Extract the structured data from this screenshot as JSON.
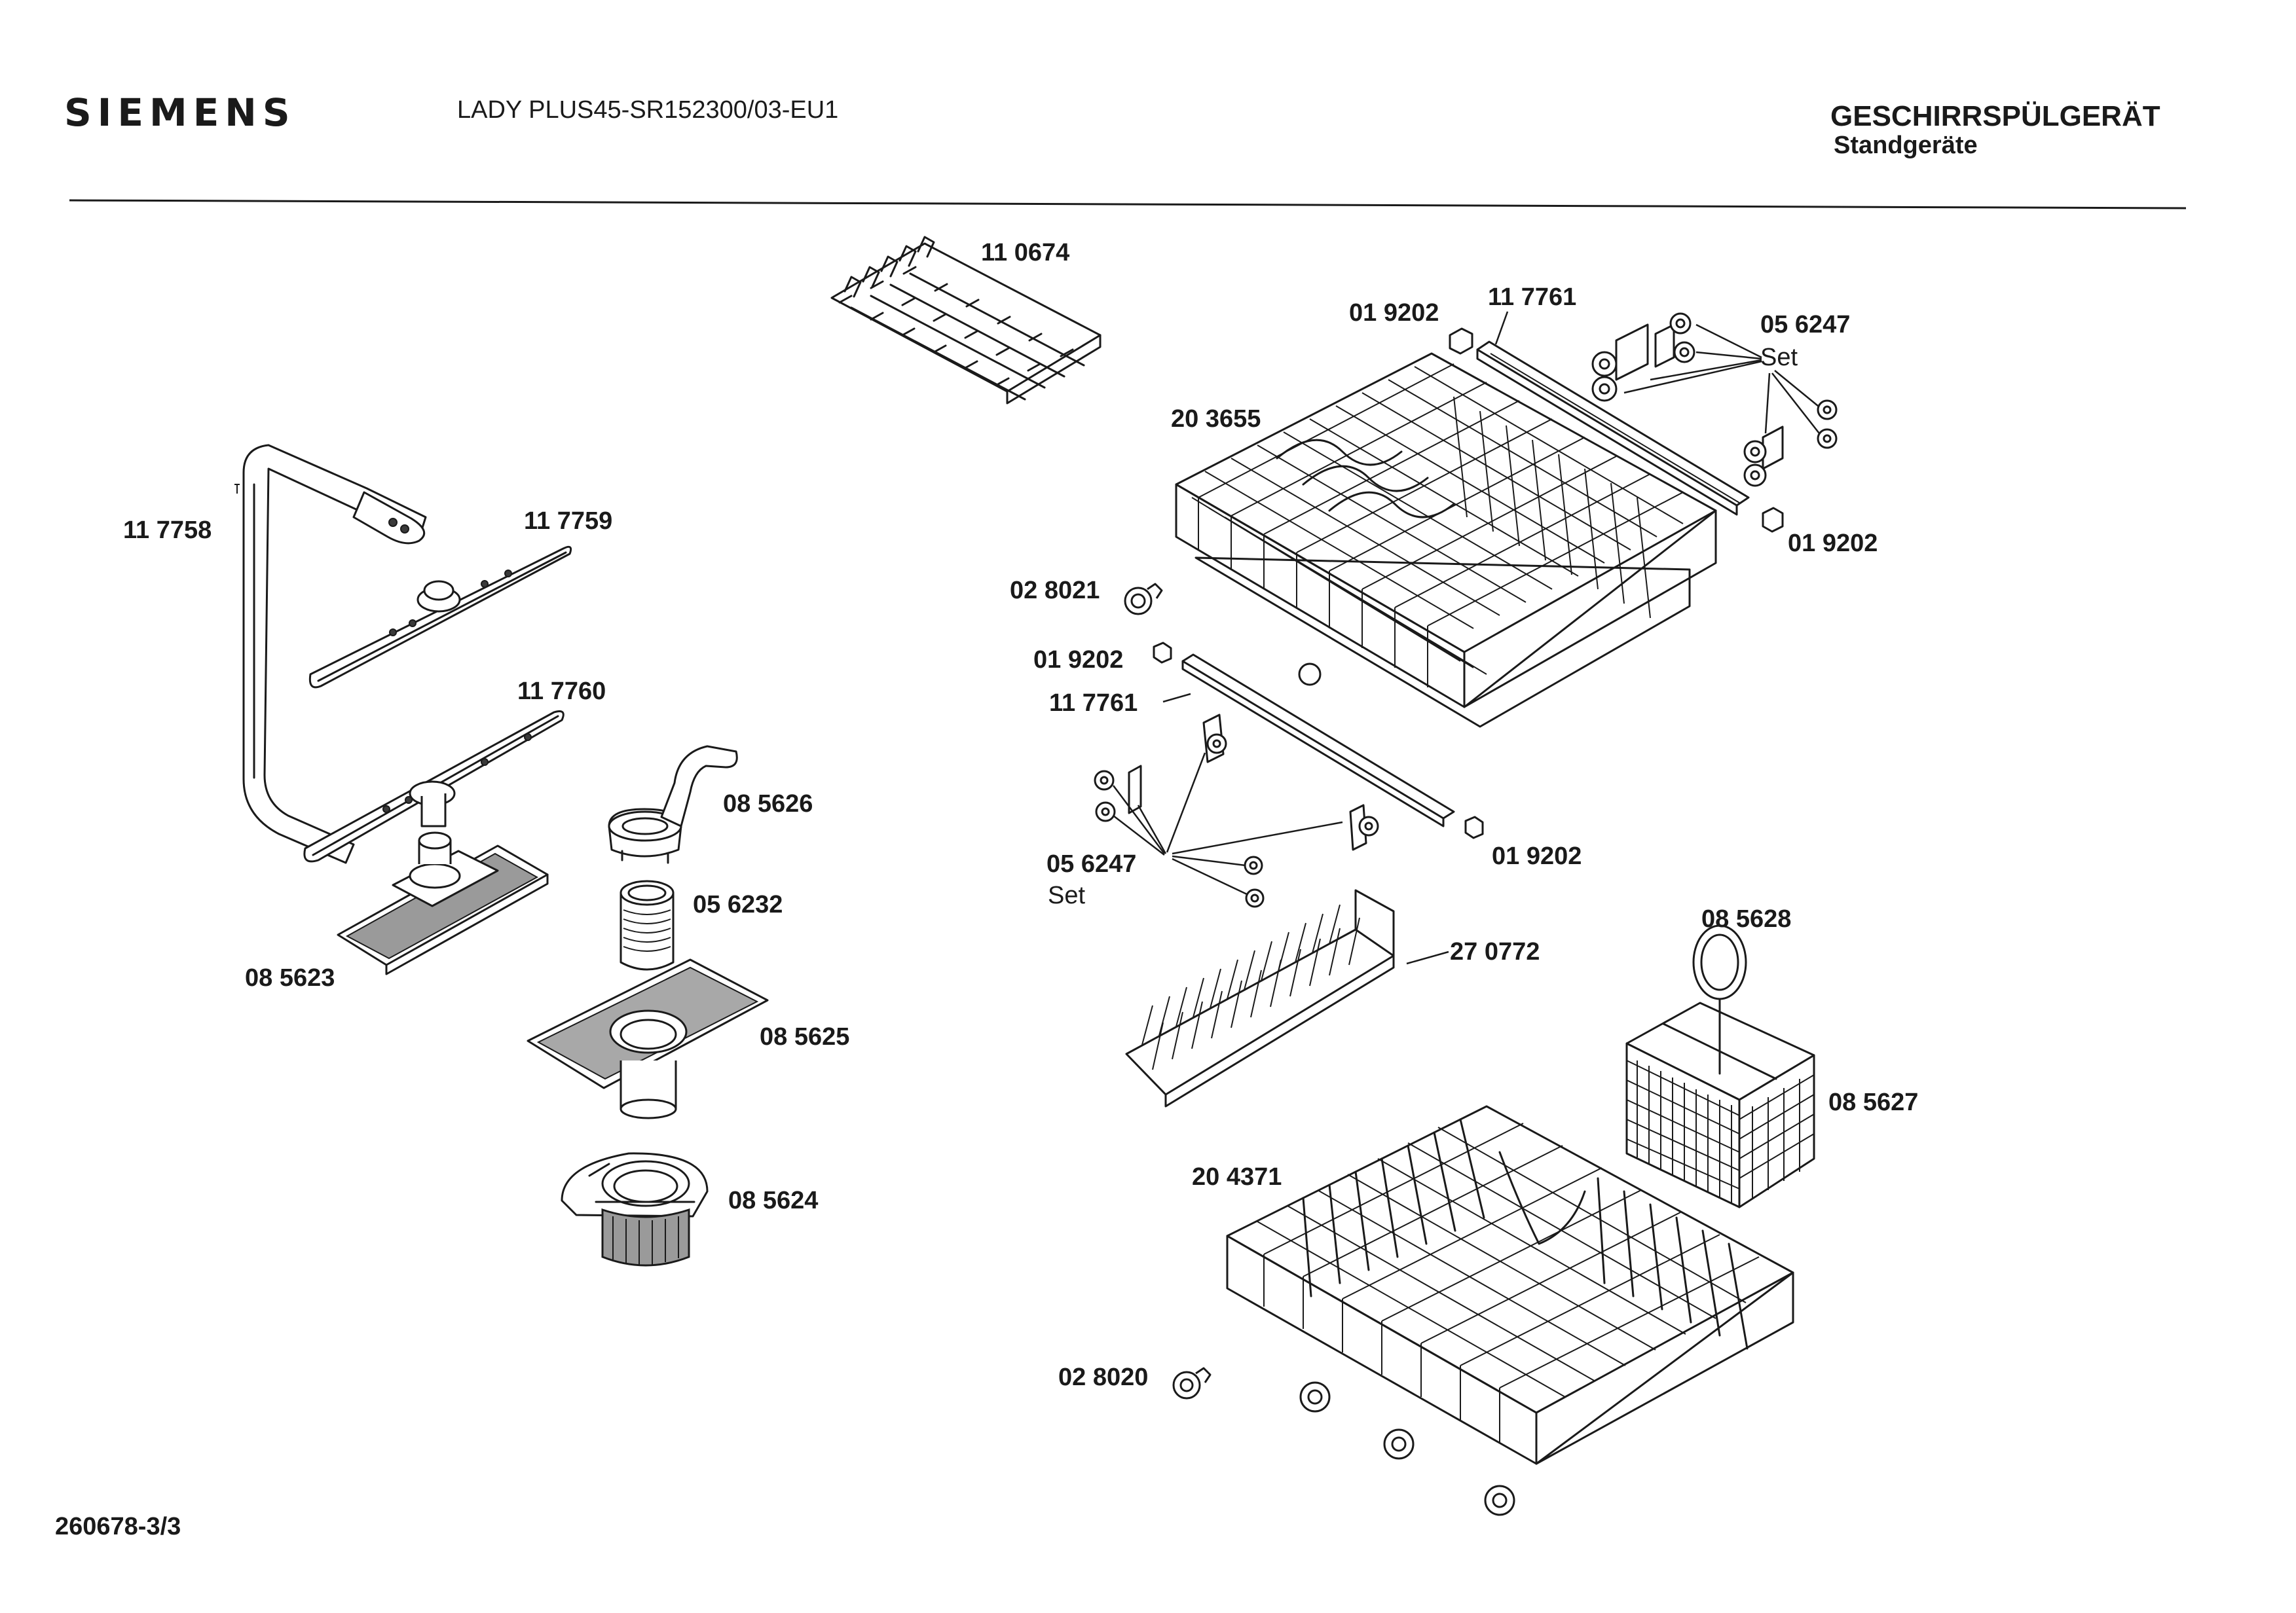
{
  "header": {
    "brand": "SIEMENS",
    "model": "LADY PLUS45-SR152300/03-EU1",
    "title": "GESCHIRRSPÜLGERÄT",
    "subtitle": "Standgeräte"
  },
  "footer": {
    "drawing_number": "260678-3/3"
  },
  "parts": {
    "p110674": "11 0674",
    "p117758": "11 7758",
    "p117759": "11 7759",
    "p117760": "11 7760",
    "p085626": "08 5626",
    "p056232": "05 6232",
    "p085623": "08 5623",
    "p085625": "08 5625",
    "p085624": "08 5624",
    "p019202_top": "01 9202",
    "p117761_top": "11 7761",
    "p056247_top": "05 6247",
    "set_top": "Set",
    "p203655": "20 3655",
    "p019202_right": "01 9202",
    "p028021": "02 8021",
    "p019202_left": "01 9202",
    "p117761_bottom": "11 7761",
    "p056247_bottom": "05 6247",
    "set_bottom": "Set",
    "p019202_bottom": "01 9202",
    "p270772": "27 0772",
    "p085628": "08 5628",
    "p085627": "08 5627",
    "p204371": "20 4371",
    "p028020": "02 8020"
  }
}
